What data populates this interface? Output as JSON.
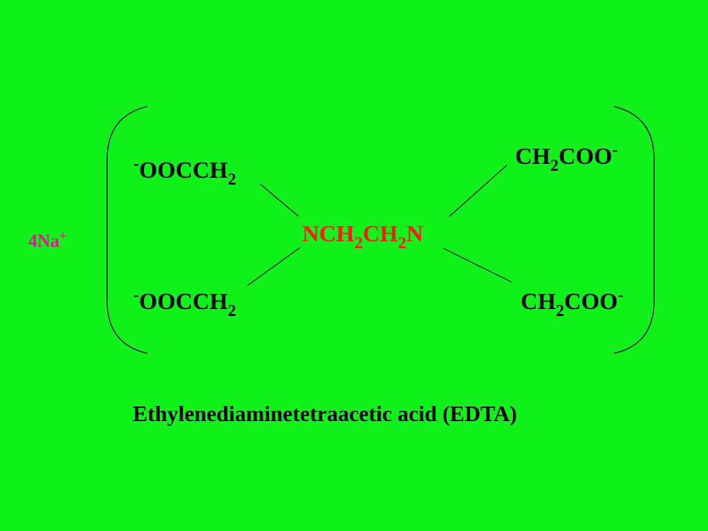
{
  "colors": {
    "background": "#11f11b",
    "text": "#000000",
    "core": "#ff1a1a",
    "counterion": "#e0179b"
  },
  "counterion": {
    "coefficient_symbol": "4Na",
    "charge": "+"
  },
  "groups": {
    "top_left": {
      "charge": "-",
      "main": "OOCCH",
      "sub": "2"
    },
    "bottom_left": {
      "charge": "-",
      "main": "OOCCH",
      "sub": "2"
    },
    "top_right": {
      "main1": "CH",
      "sub": "2",
      "main2": "COO",
      "charge": "-"
    },
    "bottom_right": {
      "main1": "CH",
      "sub": "2",
      "main2": "COO",
      "charge": "-"
    }
  },
  "core": {
    "p1": "NCH",
    "s1": "2",
    "p2": "CH",
    "s2": "2",
    "p3": "N"
  },
  "caption": "Ethylenediaminetetraacetic acid (EDTA)"
}
